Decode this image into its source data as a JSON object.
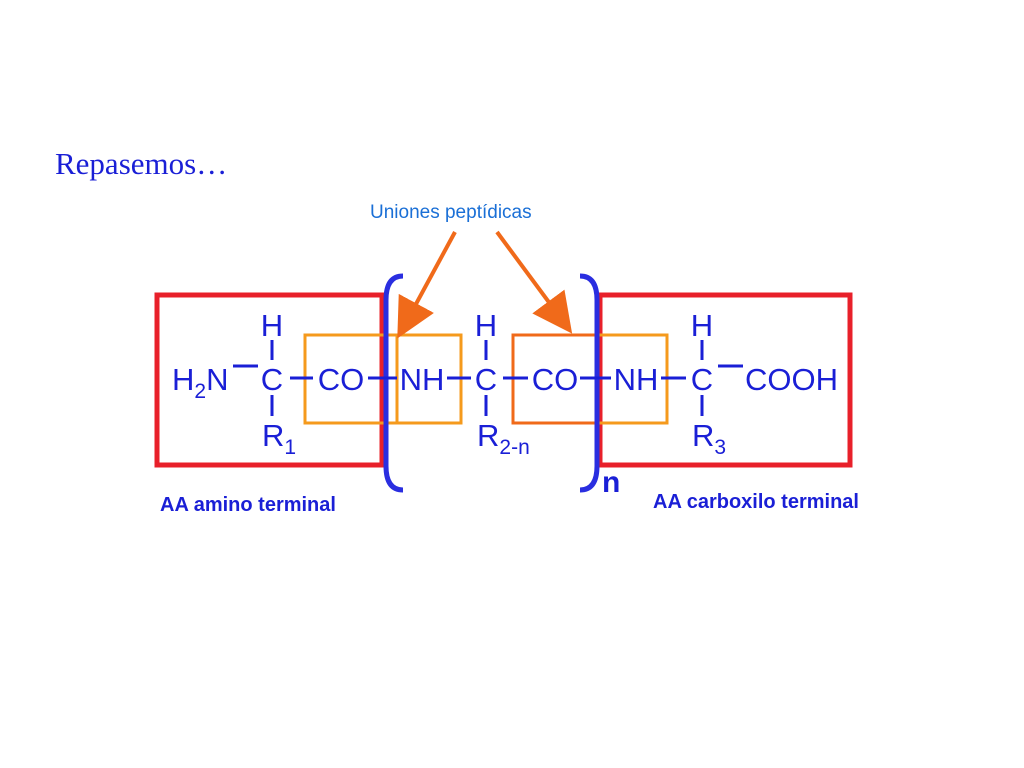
{
  "slide": {
    "title": "Repasemos…",
    "callout": "Uniones peptídicas",
    "label_amino": "AA amino terminal",
    "label_carboxyl": "AA carboxilo terminal",
    "repeat_subscript": "n"
  },
  "formula": {
    "h_top_1": "H",
    "h_top_2": "H",
    "h_top_3": "H",
    "h2n_main": "H",
    "h2n_sub": "2",
    "h2n_tail": "N",
    "c1": "C",
    "co1": "CO",
    "nh1": "NH",
    "c2": "C",
    "co2": "CO",
    "nh2": "NH",
    "c3": "C",
    "cooh": "COOH",
    "r1_main": "R",
    "r1_sub": "1",
    "r2_main": "R",
    "r2_sub": "2-n",
    "r3_main": "R",
    "r3_sub": "3"
  },
  "colors": {
    "text_blue": "#1a1fd6",
    "box_red": "#e8202a",
    "box_orange": "#f59a1c",
    "arrow_orange": "#f06a1a",
    "bracket_blue": "#2a2ee0"
  }
}
